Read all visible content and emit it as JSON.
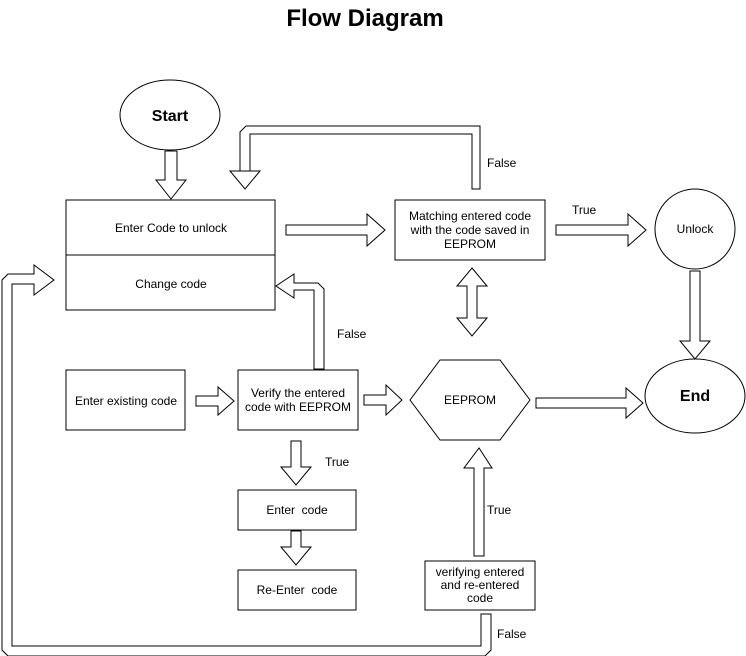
{
  "title": "Flow Diagram",
  "nodes": {
    "start": "Start",
    "enter_code_unlock": "Enter Code to unlock",
    "change_code": "Change code",
    "matching": [
      "Matching entered code",
      "with the code saved in",
      "EEPROM"
    ],
    "unlock": "Unlock",
    "end": "End",
    "eeprom": "EEPROM",
    "enter_existing": "Enter existing code",
    "verify": [
      "Verify the entered",
      "code with EEPROM"
    ],
    "enter_code": "Enter  code",
    "reenter_code": "Re-Enter  code",
    "verifying": [
      "verifying entered",
      "and re-entered",
      "code"
    ]
  },
  "edges": {
    "false_top": "False",
    "true_unlock": "True",
    "false_verify": "False",
    "true_verify": "True",
    "true_verifying": "True",
    "false_bottom": "False"
  }
}
